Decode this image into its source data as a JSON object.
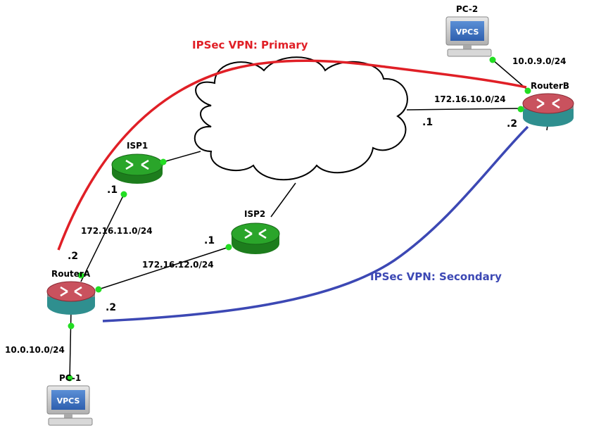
{
  "colors": {
    "primary_vpn": "#e01f26",
    "secondary_vpn": "#3c48b4",
    "router_red": "#c9525e",
    "router_teal": "#2f8f8f",
    "isp_green": "#2aa52a",
    "link_dot": "#22dd22"
  },
  "vpn": {
    "primary_label": "IPSec VPN: Primary",
    "secondary_label": "IPSec VPN: Secondary"
  },
  "nodes": {
    "pc2": {
      "name": "PC-2",
      "screen": "VPCS"
    },
    "pc1": {
      "name": "PC-1",
      "screen": "VPCS"
    },
    "routerb": {
      "name": "RouterB"
    },
    "routera": {
      "name": "RouterA"
    },
    "isp1": {
      "name": "ISP1"
    },
    "isp2": {
      "name": "ISP2"
    }
  },
  "networks": {
    "pc2_lan": "10.0.9.0/24",
    "pc1_lan": "10.0.10.0/24",
    "isp_routerb": "172.16.10.0/24",
    "isp1_routera": "172.16.11.0/24",
    "isp2_routera": "172.16.12.0/24"
  },
  "host_ids": {
    "cloud_side_routerb": ".1",
    "routerb_side": ".2",
    "isp1_side": ".1",
    "routera_isp1_side": ".2",
    "isp2_side": ".1",
    "routera_isp2_side": ".2"
  }
}
